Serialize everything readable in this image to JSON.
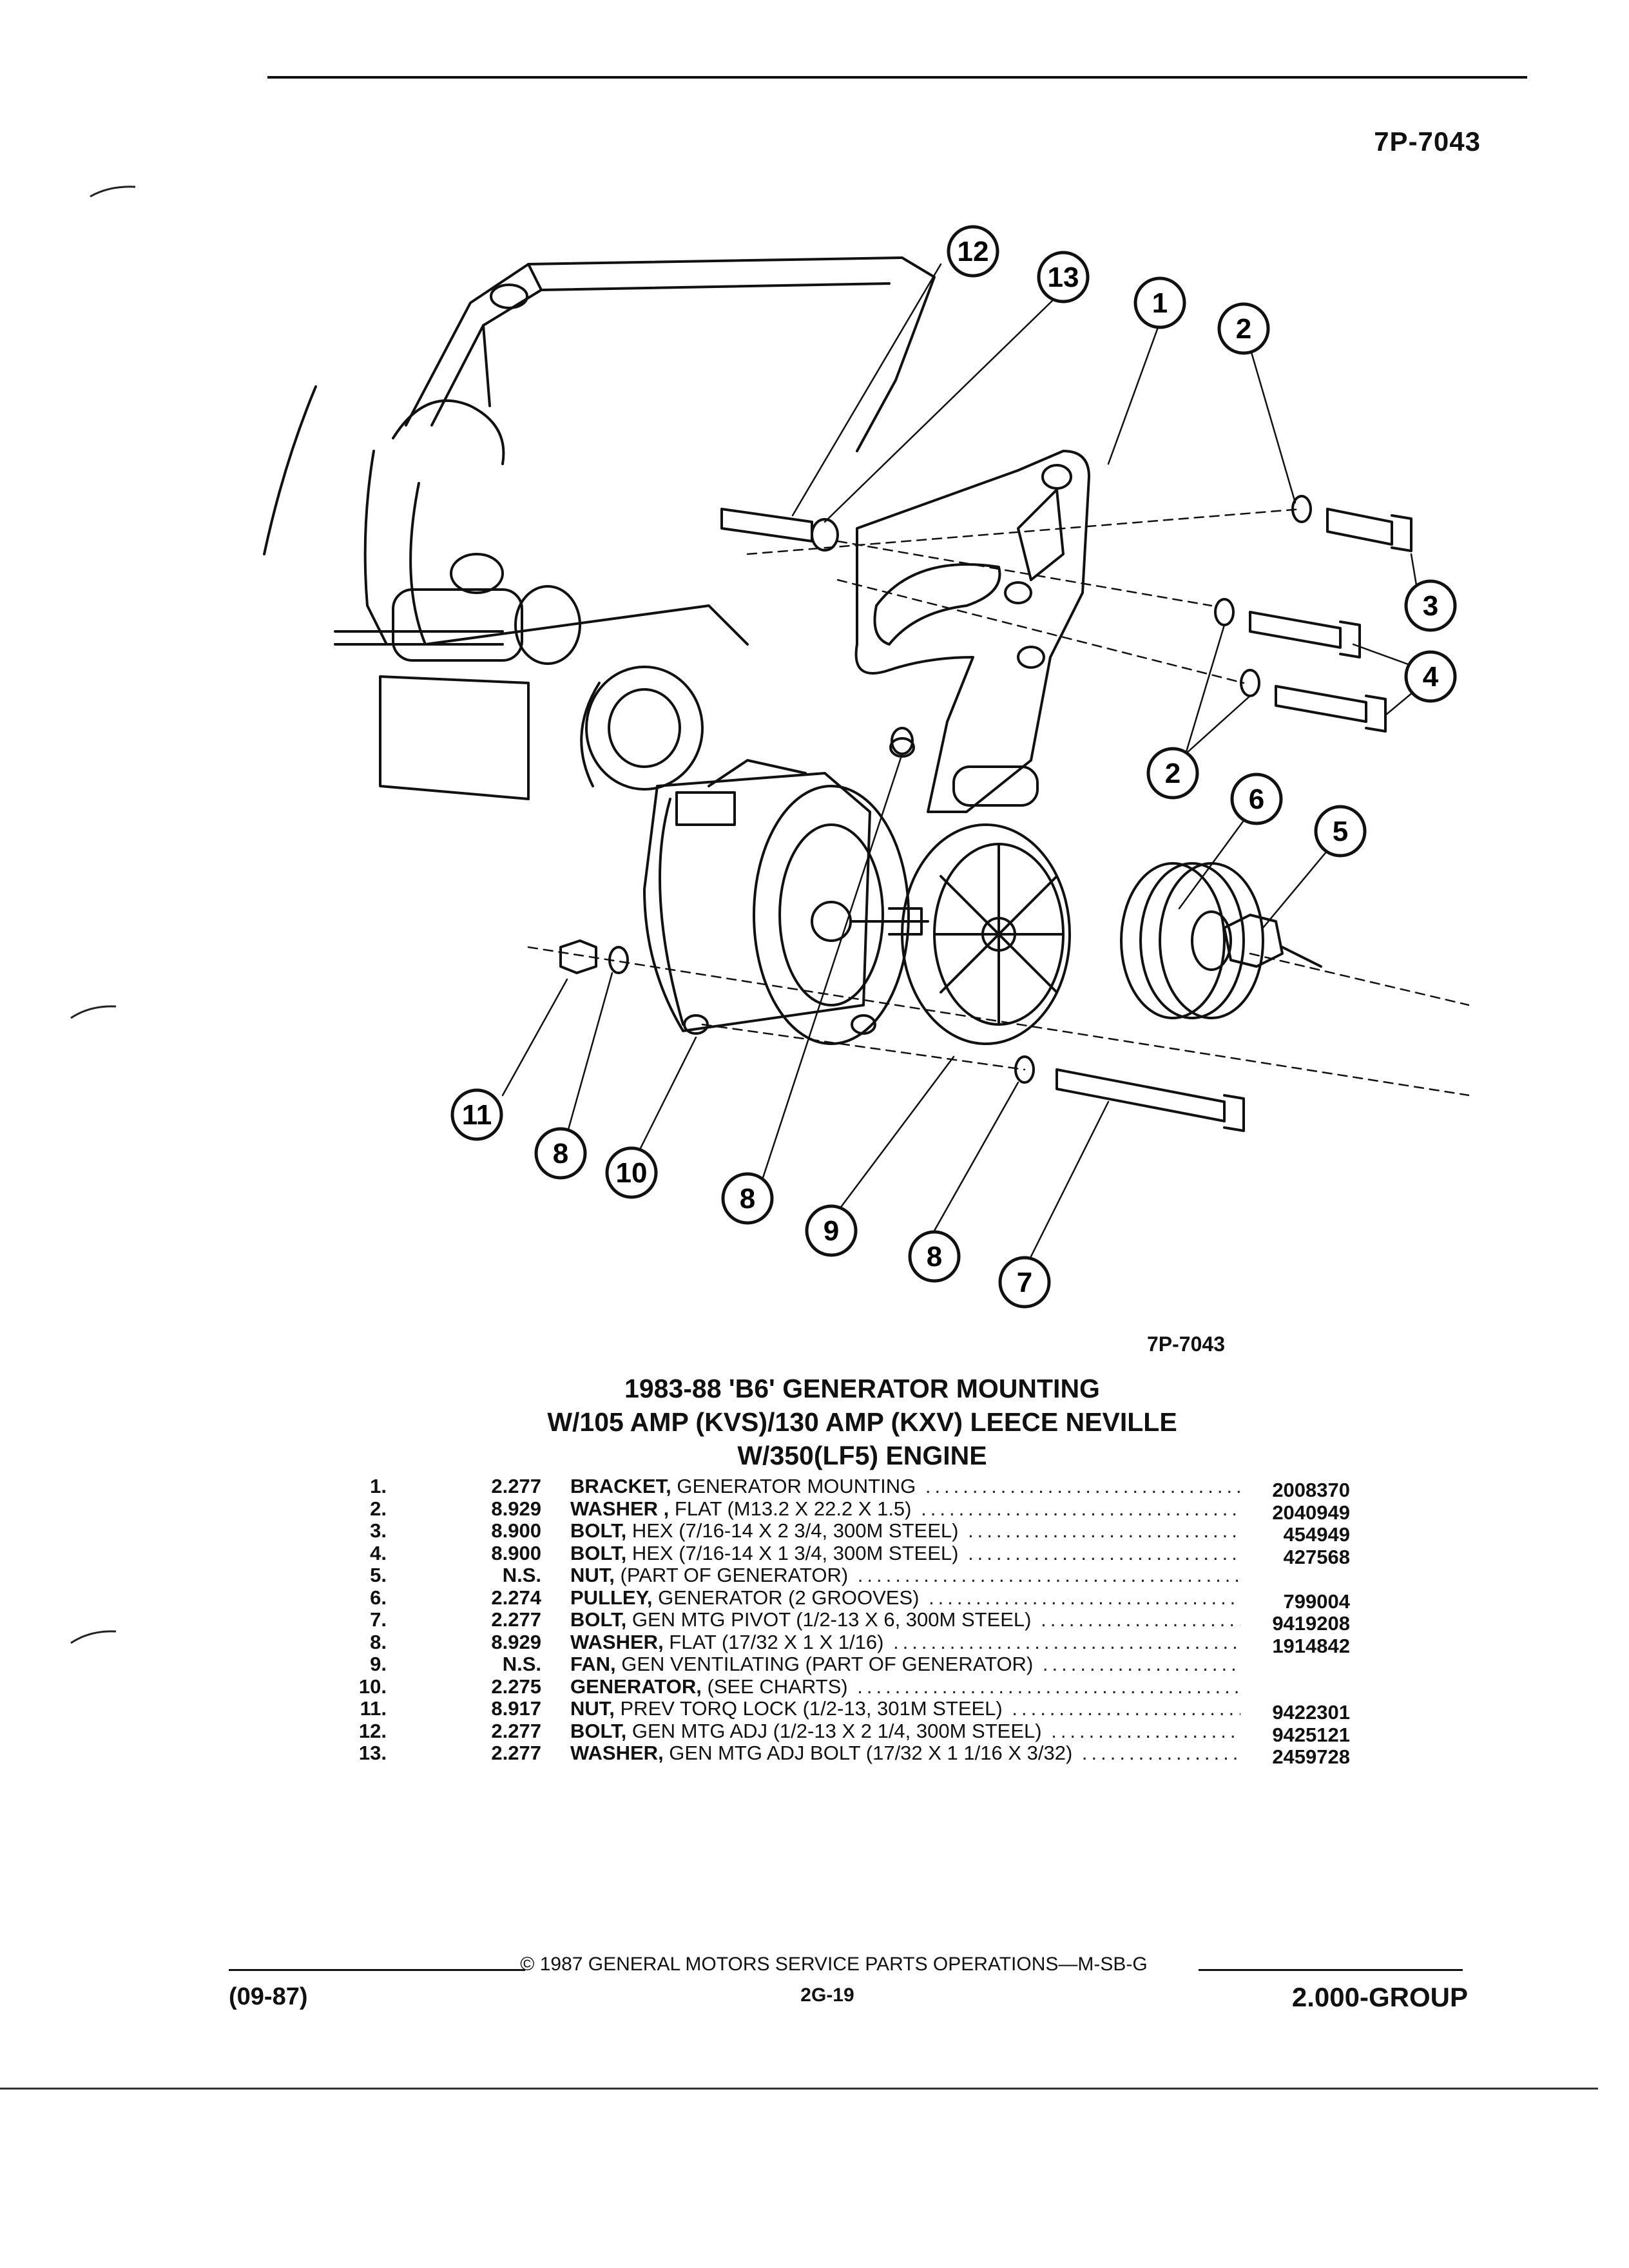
{
  "header": {
    "page_number": "7P-7043"
  },
  "figure": {
    "fig_number": "7P-7043",
    "callouts": [
      "12",
      "13",
      "1",
      "2",
      "3",
      "4",
      "2",
      "6",
      "5",
      "11",
      "8",
      "10",
      "8",
      "9",
      "8",
      "7"
    ]
  },
  "title": {
    "line1": "1983-88 'B6' GENERATOR MOUNTING",
    "line2": "W/105 AMP (KVS)/130 AMP (KXV) LEECE NEVILLE",
    "line3": "W/350(LF5) ENGINE"
  },
  "parts": [
    {
      "num": "1.",
      "group": "2.277",
      "name": "BRACKET,",
      "detail": " GENERATOR MOUNTING",
      "part_no": "2008370"
    },
    {
      "num": "2.",
      "group": "8.929",
      "name": "WASHER ,",
      "detail": " FLAT (M13.2 X 22.2 X 1.5)",
      "part_no": "2040949"
    },
    {
      "num": "3.",
      "group": "8.900",
      "name": "BOLT,",
      "detail": " HEX (7/16-14 X 2 3/4, 300M STEEL)",
      "part_no": "454949"
    },
    {
      "num": "4.",
      "group": "8.900",
      "name": "BOLT,",
      "detail": " HEX (7/16-14 X 1 3/4, 300M STEEL)",
      "part_no": "427568"
    },
    {
      "num": "5.",
      "group": "N.S.",
      "name": "NUT,",
      "detail": " (PART OF GENERATOR)",
      "part_no": ""
    },
    {
      "num": "6.",
      "group": "2.274",
      "name": "PULLEY,",
      "detail": " GENERATOR (2 GROOVES)",
      "part_no": "799004"
    },
    {
      "num": "7.",
      "group": "2.277",
      "name": "BOLT,",
      "detail": " GEN MTG PIVOT (1/2-13 X 6, 300M STEEL)",
      "part_no": "9419208"
    },
    {
      "num": "8.",
      "group": "8.929",
      "name": "WASHER,",
      "detail": " FLAT (17/32 X 1 X 1/16)",
      "part_no": "1914842"
    },
    {
      "num": "9.",
      "group": "N.S.",
      "name": "FAN,",
      "detail": " GEN VENTILATING (PART OF GENERATOR)",
      "part_no": ""
    },
    {
      "num": "10.",
      "group": "2.275",
      "name": "GENERATOR,",
      "detail": " (SEE CHARTS)",
      "part_no": ""
    },
    {
      "num": "11.",
      "group": "8.917",
      "name": "NUT,",
      "detail": " PREV TORQ LOCK (1/2-13, 301M STEEL)",
      "part_no": "9422301"
    },
    {
      "num": "12.",
      "group": "2.277",
      "name": "BOLT,",
      "detail": " GEN MTG ADJ (1/2-13 X 2 1/4, 300M STEEL)",
      "part_no": "9425121"
    },
    {
      "num": "13.",
      "group": "2.277",
      "name": "WASHER,",
      "detail": " GEN MTG ADJ BOLT (17/32 X 1 1/16 X 3/32)",
      "part_no": "2459728"
    }
  ],
  "footer": {
    "copyright": "© 1987 GENERAL MOTORS SERVICE PARTS OPERATIONS—M-SB-G",
    "date": "(09-87)",
    "page": "2G-19",
    "group": "2.000-GROUP"
  }
}
